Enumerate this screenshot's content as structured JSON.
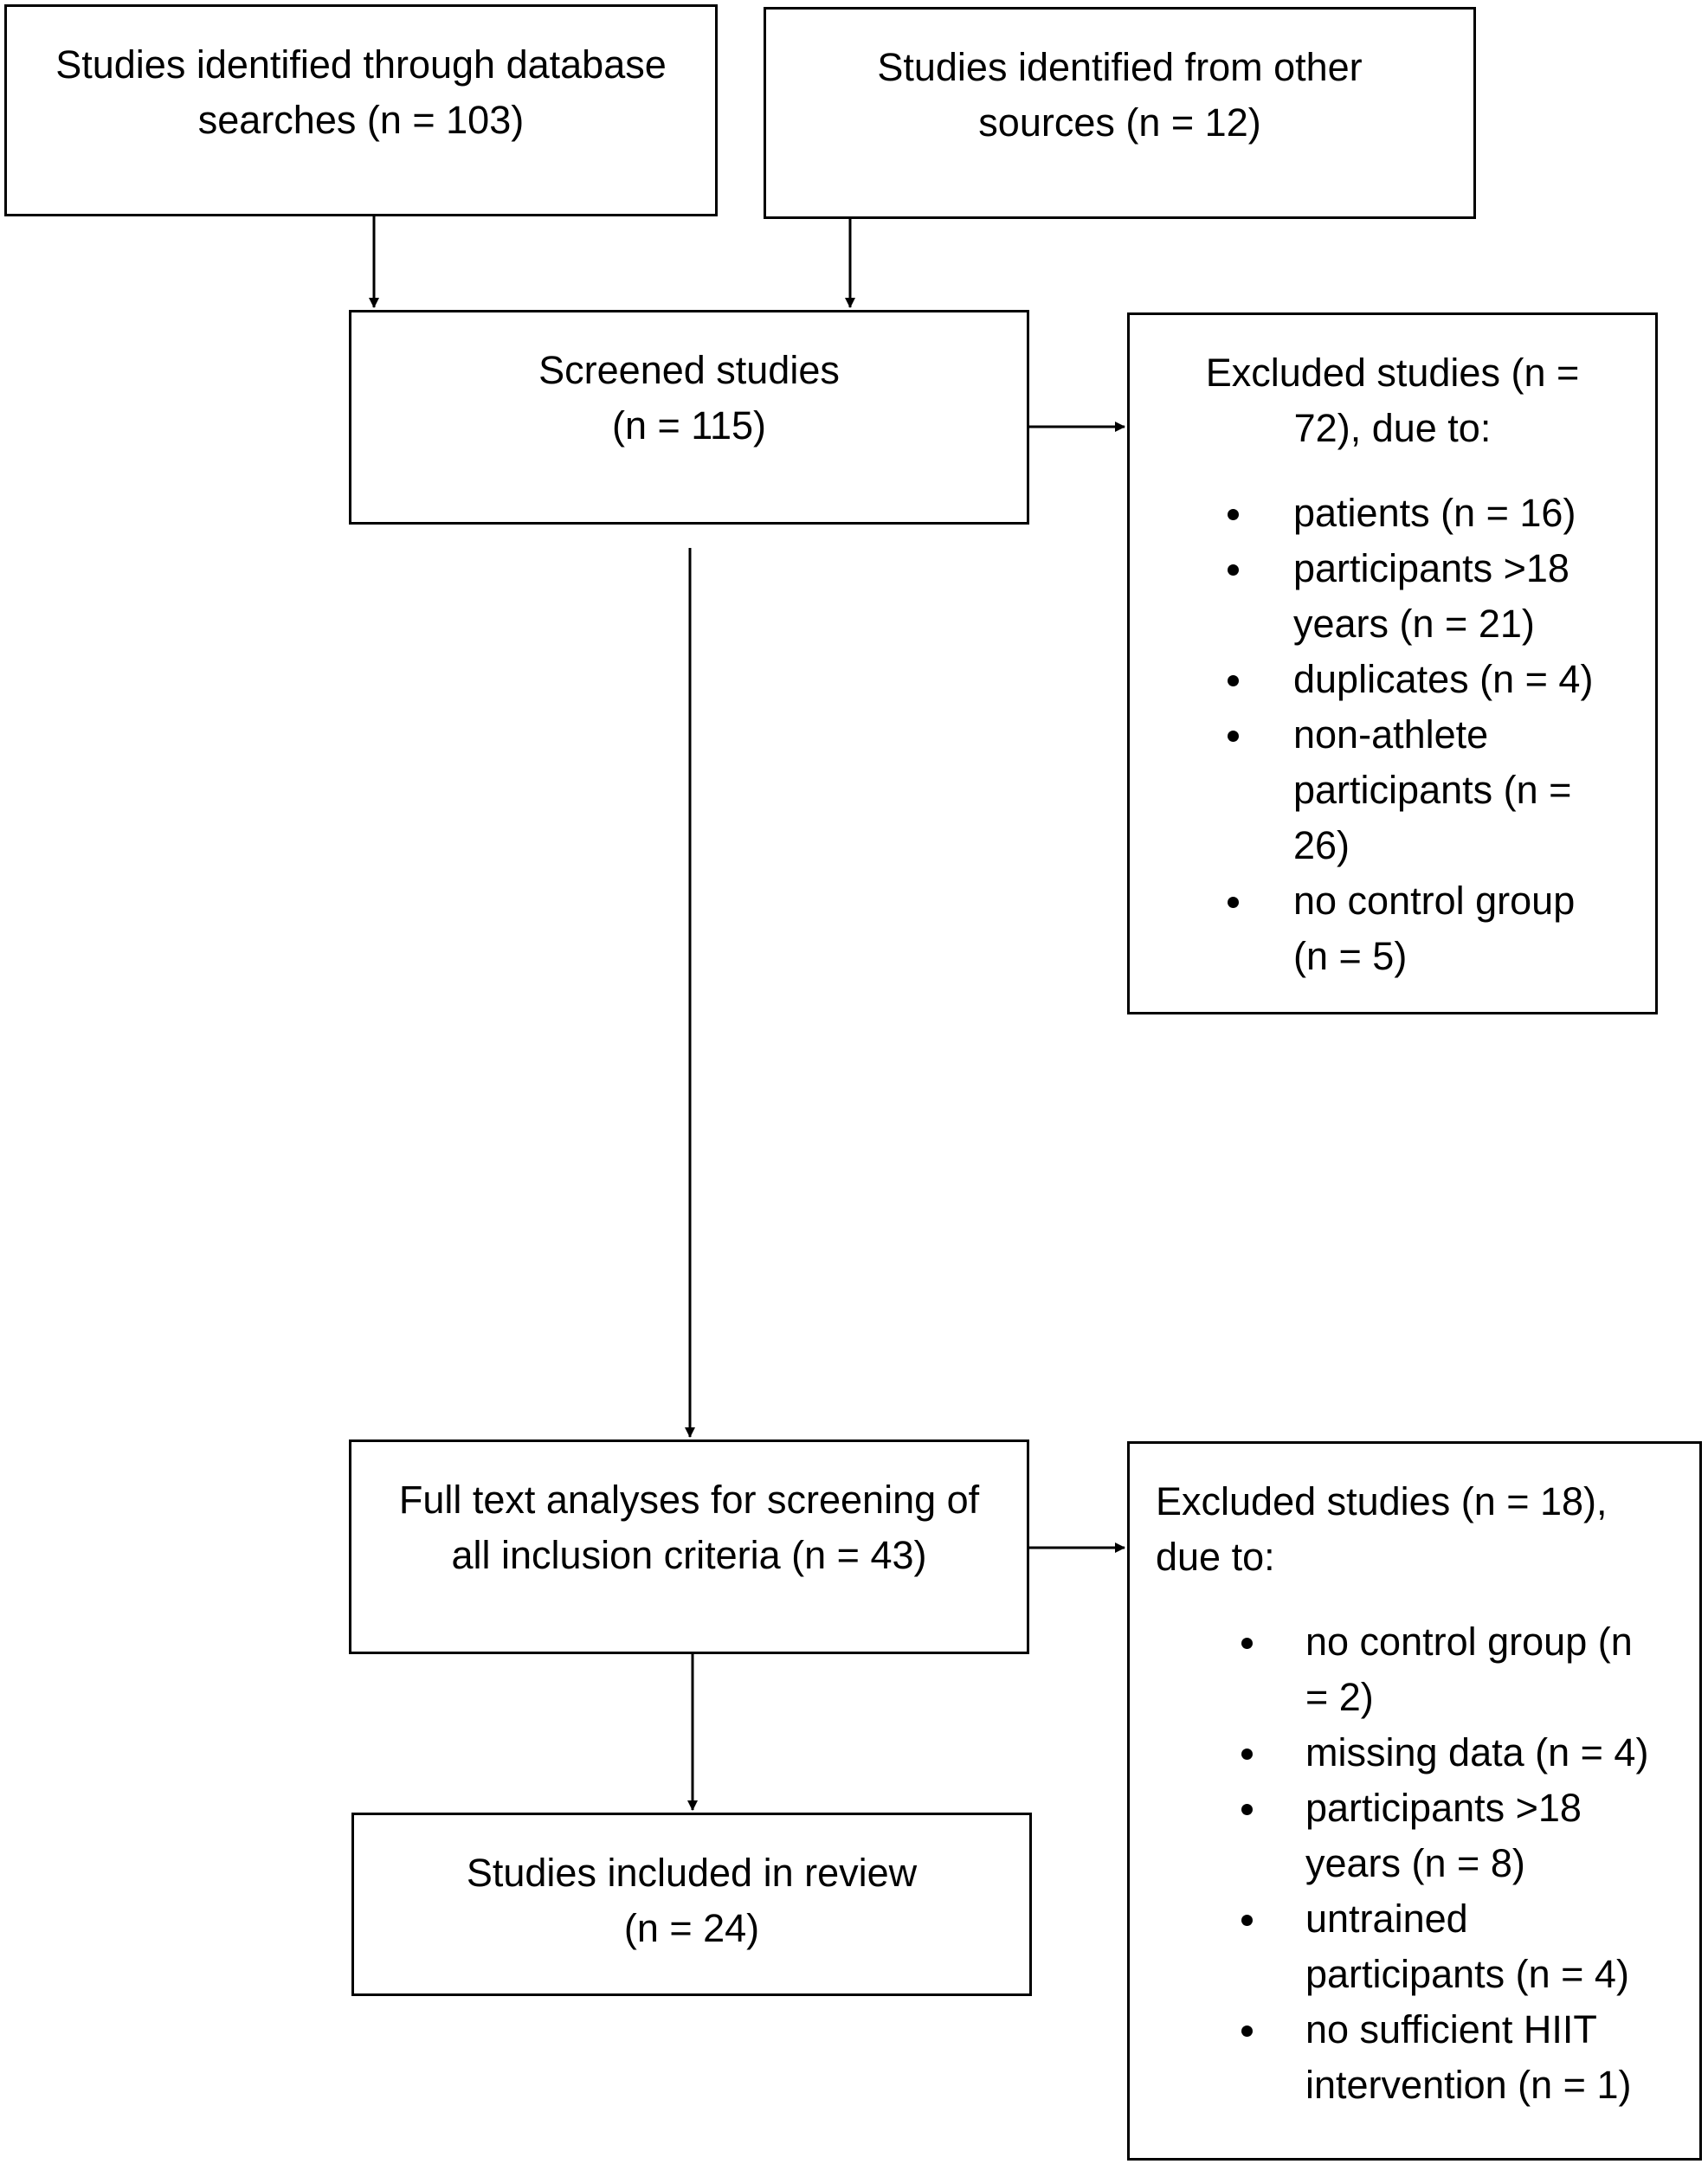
{
  "flow": {
    "database_searches": "Studies identified through database\nsearches (n = 103)",
    "other_sources": "Studies identified from other\nsources (n = 12)",
    "screened": "Screened studies\n(n = 115)",
    "excluded_screening": {
      "heading": "Excluded studies (n =\n72), due to:",
      "reasons": [
        "patients (n = 16)",
        "participants >18\nyears (n = 21)",
        "duplicates (n = 4)",
        "non-athlete\nparticipants (n =\n26)",
        "no control group\n(n = 5)"
      ]
    },
    "full_text": "Full text analyses for screening of\nall inclusion criteria (n = 43)",
    "excluded_full_text": {
      "heading": "Excluded studies (n = 18),\ndue to:",
      "reasons": [
        "no control group (n\n= 2)",
        "missing data (n = 4)",
        "participants >18\nyears (n = 8)",
        "untrained\nparticipants (n = 4)",
        "no sufficient HIIT\nintervention (n = 1)"
      ]
    },
    "included": "Studies included in review\n(n = 24)"
  }
}
